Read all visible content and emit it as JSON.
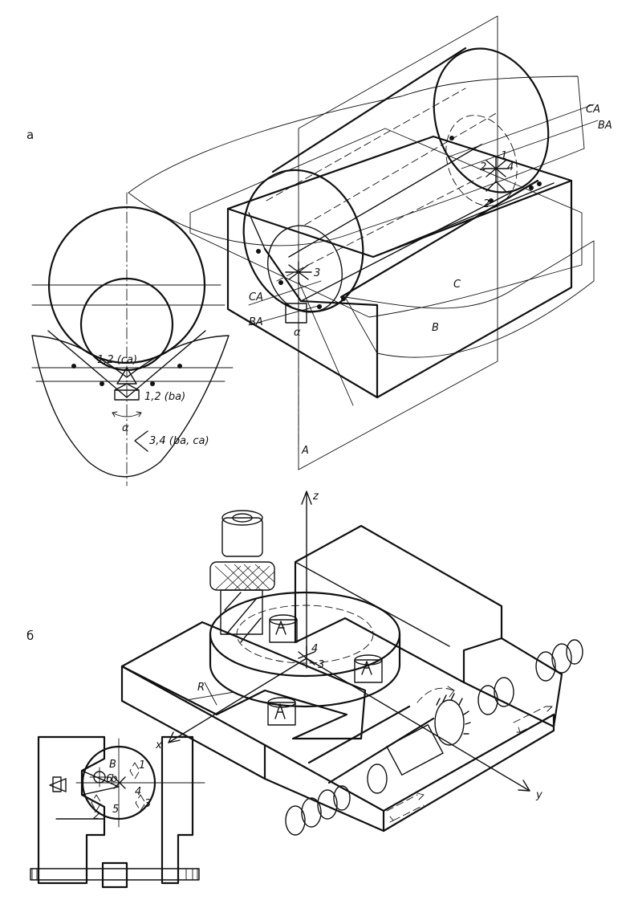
{
  "labels": {
    "part_a": "а",
    "part_b": "б",
    "plane_ca": "CA",
    "plane_ba": "BA",
    "plane_ca_left": "CA",
    "plane_ba_left": "BA",
    "plane_a": "A",
    "plane_b": "B",
    "plane_c": "C",
    "pt_1": "1",
    "pt_2": "2",
    "pt_3": "3",
    "pt_4": "4",
    "pt_2b": "2",
    "alpha": "α",
    "alpha_small": "α",
    "cs_12ca": "1,2 (ca)",
    "cs_12ba": "1,2 (ba)",
    "cs_34": "3,4 (ba, ca)",
    "axis_x": "x",
    "axis_y": "y",
    "axis_z": "z",
    "r_label": "R",
    "b_num_1": "1",
    "b_num_2": "2",
    "b_num_3": "3",
    "b_num_4": "4",
    "b_num_5": "5",
    "b_num_6": "6",
    "plan_1": "1",
    "plan_2": "2",
    "plan_3": "3",
    "plan_4": "4",
    "plan_5": "5",
    "plan_B": "B",
    "plan_6": "6",
    "plan_b": "b"
  }
}
